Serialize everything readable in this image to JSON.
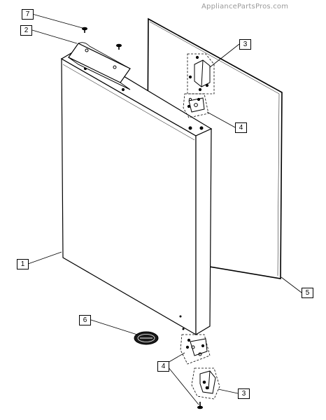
{
  "watermark": "AppliancePartsPros.com",
  "callouts": {
    "c7": "7",
    "c2": "2",
    "c3a": "3",
    "c4a": "4",
    "c1": "1",
    "c5": "5",
    "c6": "6",
    "c4b": "4",
    "c3b": "3"
  },
  "colors": {
    "line": "#000000",
    "panel": "#ffffff",
    "watermark": "#9a9a9a"
  }
}
